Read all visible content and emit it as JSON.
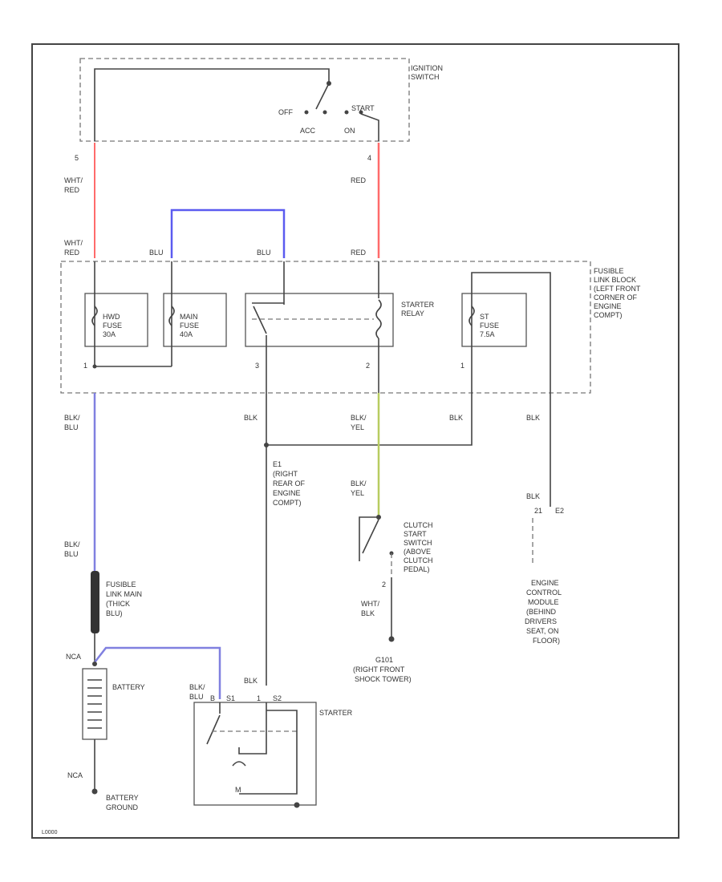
{
  "colors": {
    "red_wire": "#ff6b6b",
    "blue_wire": "#5b5bf0",
    "blk_blu_wire": "#8080e0",
    "blk_yel_wire": "#b8cc60",
    "ink": "#444444"
  },
  "ignition_switch": {
    "title_line1": "IGNITION",
    "title_line2": "SWITCH",
    "pos_off": "OFF",
    "pos_start": "START",
    "pos_acc": "ACC",
    "pos_on": "ON",
    "pin_left": "5",
    "pin_right": "4"
  },
  "wire_labels": {
    "wht_red_1": "WHT/",
    "wht_red_2": "RED",
    "red_upper": "RED",
    "wht_red_lower_1": "WHT/",
    "wht_red_lower_2": "RED",
    "blu_a": "BLU",
    "blu_b": "BLU",
    "red_lower": "RED",
    "blk_blu_1a": "BLK/",
    "blk_blu_1b": "BLU",
    "blk_mid": "BLK",
    "blk_yel_1a": "BLK/",
    "blk_yel_1b": "YEL",
    "blk_right": "BLK",
    "blk_far_right": "BLK",
    "blk_yel_2a": "BLK/",
    "blk_yel_2b": "YEL",
    "blk_ecm": "BLK",
    "blk_blu_2a": "BLK/",
    "blk_blu_2b": "BLU",
    "wht_blk_1": "WHT/",
    "wht_blk_2": "BLK",
    "blk_blu_3a": "BLK/",
    "blk_blu_3b": "BLU",
    "blk_starter": "BLK",
    "nca_top": "NCA",
    "nca_bottom": "NCA"
  },
  "fusible_link_block": {
    "title_lines": [
      "FUSIBLE",
      "LINK BLOCK",
      "(LEFT FRONT",
      "CORNER OF",
      "ENGINE",
      "COMPT)"
    ],
    "hwd_fuse": [
      "HWD",
      "FUSE",
      "30A"
    ],
    "main_fuse": [
      "MAIN",
      "FUSE",
      "40A"
    ],
    "st_fuse": [
      "ST",
      "FUSE",
      "7.5A"
    ],
    "starter_relay": [
      "STARTER",
      "RELAY"
    ],
    "pin_1": "1",
    "pin_3": "3",
    "pin_2": "2",
    "pin_1b": "1"
  },
  "ground_e1": [
    "E1",
    "(RIGHT",
    "REAR OF",
    "ENGINE",
    "COMPT)"
  ],
  "clutch_switch": [
    "CLUTCH",
    "START",
    "SWITCH",
    "(ABOVE",
    "CLUTCH",
    "PEDAL)"
  ],
  "clutch_pin": "2",
  "ecm_connector": {
    "pin": "21",
    "connector": "E2",
    "label_lines": [
      "ENGINE",
      "CONTROL",
      "MODULE",
      "(BEHIND",
      "DRIVERS",
      "SEAT, ON",
      "FLOOR)"
    ]
  },
  "ground_g101": [
    "G101",
    "(RIGHT FRONT",
    "SHOCK TOWER)"
  ],
  "fusible_link_main": [
    "FUSIBLE",
    "LINK MAIN",
    "(THICK",
    "BLU)"
  ],
  "battery_label": "BATTERY",
  "battery_ground": [
    "BATTERY",
    "GROUND"
  ],
  "starter": {
    "title": "STARTER",
    "pin_b": "B",
    "pin_s1": "S1",
    "pin_1": "1",
    "pin_s2": "S2",
    "motor": "M"
  },
  "figure_id": "L0000"
}
